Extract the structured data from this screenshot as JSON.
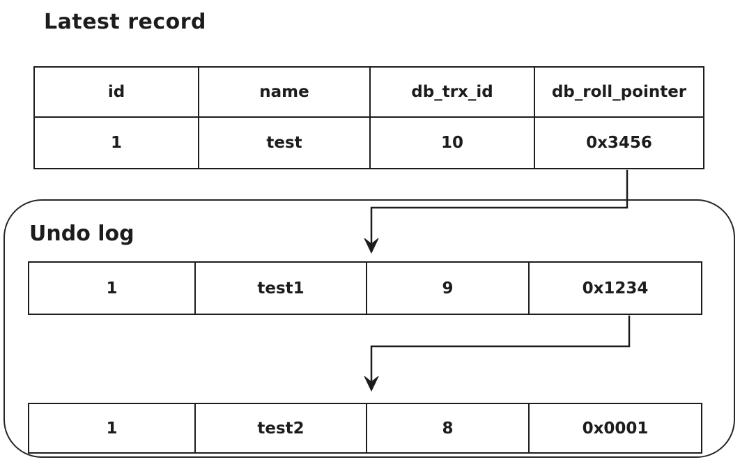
{
  "title": "Latest record",
  "undo_section": {
    "label": "Undo log"
  },
  "latest_table": {
    "headers": [
      "id",
      "name",
      "db_trx_id",
      "db_roll_pointer"
    ],
    "row": [
      "1",
      "test",
      "10",
      "0x3456"
    ]
  },
  "undo_rows": [
    {
      "cells": [
        "1",
        "test1",
        "9",
        "0x1234"
      ]
    },
    {
      "cells": [
        "1",
        "test2",
        "8",
        "0x0001"
      ]
    }
  ],
  "colors": {
    "line": "#1c1c1c",
    "background": "#ffffff",
    "text": "#1c1c1c"
  }
}
